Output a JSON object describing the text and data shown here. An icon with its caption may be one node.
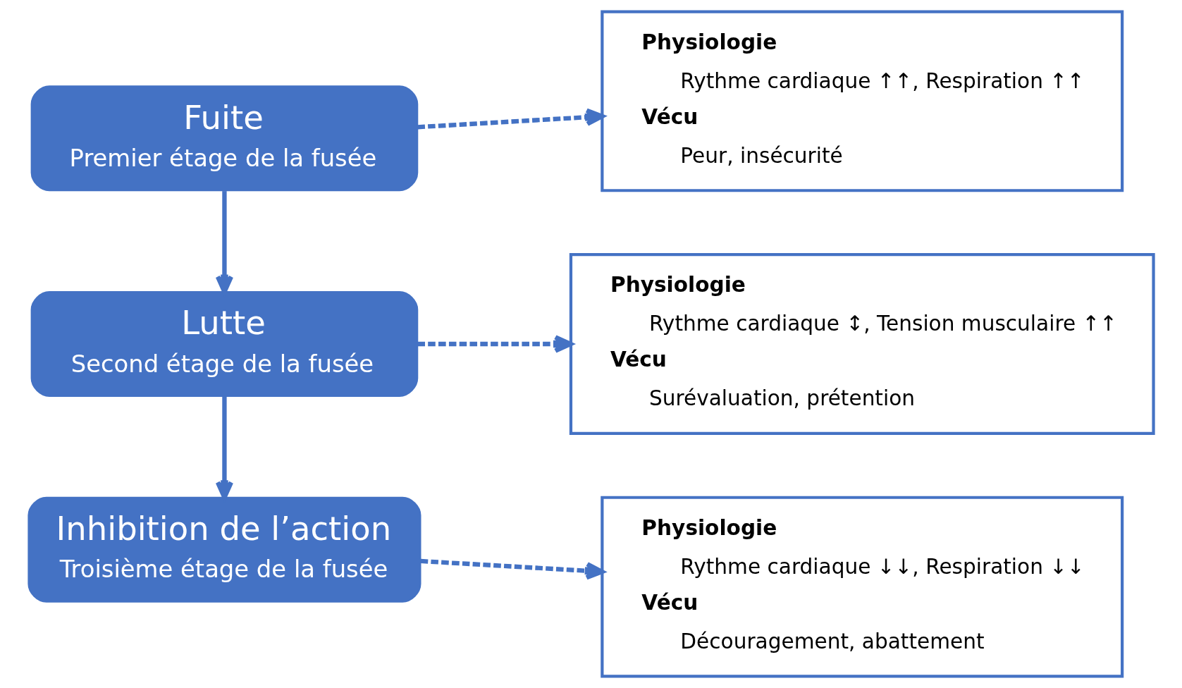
{
  "diagram": {
    "nodes": [
      {
        "text": [
          "Fuite",
          "Premier étage de la fusée"
        ]
      },
      {
        "text": [
          "Physiologie",
          "Rythme cardiaque ↑↑, Respiration ↑↑",
          "Vécu",
          "Peur, insécurité"
        ]
      },
      {
        "text": [
          "Lutte",
          "Second étage de la fusée"
        ]
      },
      {
        "text": [
          "Physiologie",
          "Rythme cardiaque ↕, Tension musculaire ↑↑",
          "Vécu",
          "Surévaluation, prétention"
        ]
      },
      {
        "text": [
          "Inhibition de l’action",
          "Troisième étage de la fusée"
        ]
      },
      {
        "text": [
          "Physiologie",
          "Rythme cardiaque ↓↓, Respiration ↓↓",
          "Vécu",
          "Découragement, abattement"
        ]
      }
    ],
    "edges": [
      {
        "from": 0,
        "to": 1,
        "arrow": "to",
        "style": "dashed"
      },
      {
        "from": 0,
        "to": 2,
        "arrow": "to"
      },
      {
        "from": 2,
        "to": 3,
        "arrow": "to",
        "style": "dashed"
      },
      {
        "from": 2,
        "to": 4,
        "arrow": "to"
      },
      {
        "from": 4,
        "to": 5,
        "arrow": "to",
        "style": "dashed"
      }
    ]
  }
}
